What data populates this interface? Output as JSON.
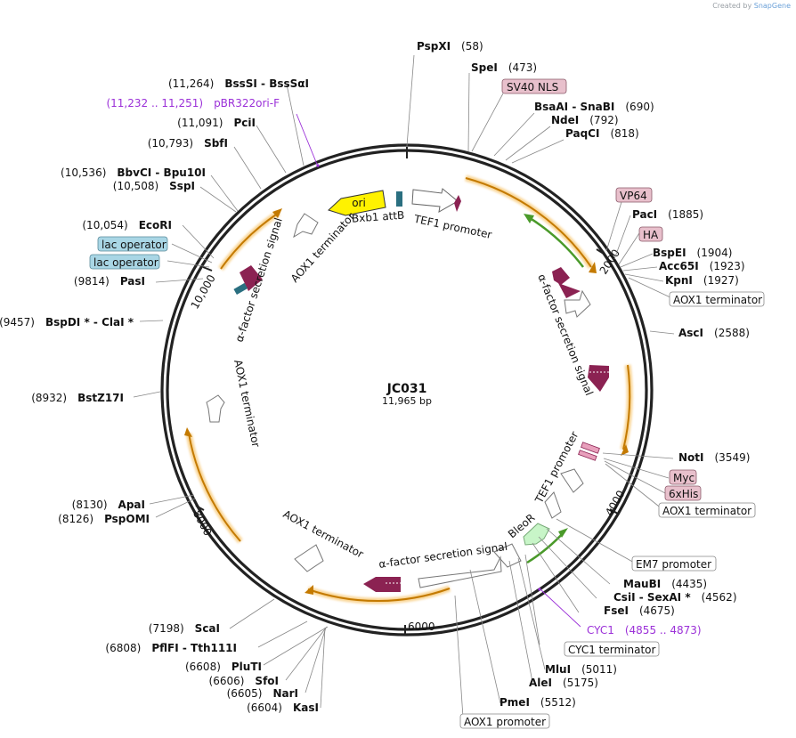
{
  "credit": {
    "prefix": "Created by",
    "brand": "SnapGene"
  },
  "plasmid": {
    "name": "JC031",
    "length_label": "11,965 bp"
  },
  "colors": {
    "ring": "#222222",
    "orange": "#f5a623",
    "green": "#4a9a2a",
    "teal": "#2a6f80",
    "maroon": "#8b2252",
    "yellow": "#ffee00",
    "site_box_pink": "#e8c0cc",
    "site_box_blue": "#a9d6e5",
    "primer": "#9b30d8",
    "leader": "#888888"
  },
  "tick_labels": [
    "2000",
    "4000",
    "6000",
    "8000",
    "10,000"
  ],
  "sites": [
    {
      "name": "PspXI",
      "pos": "(58)"
    },
    {
      "name": "SpeI",
      "pos": "(473)"
    },
    {
      "name": "SV40 NLS",
      "box": true
    },
    {
      "name": "BsaAI  - SnaBI",
      "pos": "(690)"
    },
    {
      "name": "NdeI",
      "pos": "(792)"
    },
    {
      "name": "PaqCI",
      "pos": "(818)"
    },
    {
      "name": "VP64",
      "box": true
    },
    {
      "name": "PacI",
      "pos": "(1885)"
    },
    {
      "name": "HA",
      "box": true
    },
    {
      "name": "BspEI",
      "pos": "(1904)"
    },
    {
      "name": "Acc65I",
      "pos": "(1923)"
    },
    {
      "name": "KpnI",
      "pos": "(1927)"
    },
    {
      "name": "AOX1 terminator",
      "box": true
    },
    {
      "name": "AscI",
      "pos": "(2588)"
    },
    {
      "name": "NotI",
      "pos": "(3549)"
    },
    {
      "name": "Myc",
      "box": true
    },
    {
      "name": "6xHis",
      "box": true
    },
    {
      "name": "AOX1 terminator",
      "box": true
    },
    {
      "name": "EM7 promoter",
      "box": true
    },
    {
      "name": "MauBI",
      "pos": "(4435)"
    },
    {
      "name": "CsiI  - SexAI *",
      "pos": "(4562)"
    },
    {
      "name": "FseI",
      "pos": "(4675)"
    },
    {
      "name": "CYC1",
      "pos": "(4855 .. 4873)",
      "primer": true
    },
    {
      "name": "CYC1 terminator",
      "box": true
    },
    {
      "name": "MluI",
      "pos": "(5011)"
    },
    {
      "name": "AleI",
      "pos": "(5175)"
    },
    {
      "name": "PmeI",
      "pos": "(5512)"
    },
    {
      "name": "AOX1 promoter",
      "box": true
    },
    {
      "name": "KasI",
      "pos": "(6604)"
    },
    {
      "name": "NarI",
      "pos": "(6605)"
    },
    {
      "name": "SfoI",
      "pos": "(6606)"
    },
    {
      "name": "PluTI",
      "pos": "(6608)"
    },
    {
      "name": "PflFI  - Tth111I",
      "pos": "(6808)"
    },
    {
      "name": "ScaI",
      "pos": "(7198)"
    },
    {
      "name": "PspOMI",
      "pos": "(8126)"
    },
    {
      "name": "ApaI",
      "pos": "(8130)"
    },
    {
      "name": "BstZ17I",
      "pos": "(8932)"
    },
    {
      "name": "BspDI *  - ClaI *",
      "pos": "(9457)"
    },
    {
      "name": "PasI",
      "pos": "(9814)"
    },
    {
      "name": "lac operator",
      "box": true
    },
    {
      "name": "lac operator",
      "box": true
    },
    {
      "name": "EcoRI",
      "pos": "(10,054)"
    },
    {
      "name": "SspI",
      "pos": "(10,508)"
    },
    {
      "name": "BbvCI  - Bpu10I",
      "pos": "(10,536)"
    },
    {
      "name": "SbfI",
      "pos": "(10,793)"
    },
    {
      "name": "PciI",
      "pos": "(11,091)"
    },
    {
      "name": "pBR322ori-F",
      "pos": "(11,232 .. 11,251)",
      "primer": true
    },
    {
      "name": "BssSI  - BssSαI",
      "pos": "(11,264)"
    }
  ],
  "features": [
    {
      "name": "TEF1 promoter"
    },
    {
      "name": "α-factor secretion signal"
    },
    {
      "name": "TEF1 promoter"
    },
    {
      "name": "BleoR"
    },
    {
      "name": "α-factor secretion signal"
    },
    {
      "name": "AOX1 terminator"
    },
    {
      "name": "AOX1 terminator"
    },
    {
      "name": "α-factor secretion signal"
    },
    {
      "name": "AOX1 terminator"
    },
    {
      "name": "ori"
    },
    {
      "name": "Bxb1 attB"
    }
  ]
}
